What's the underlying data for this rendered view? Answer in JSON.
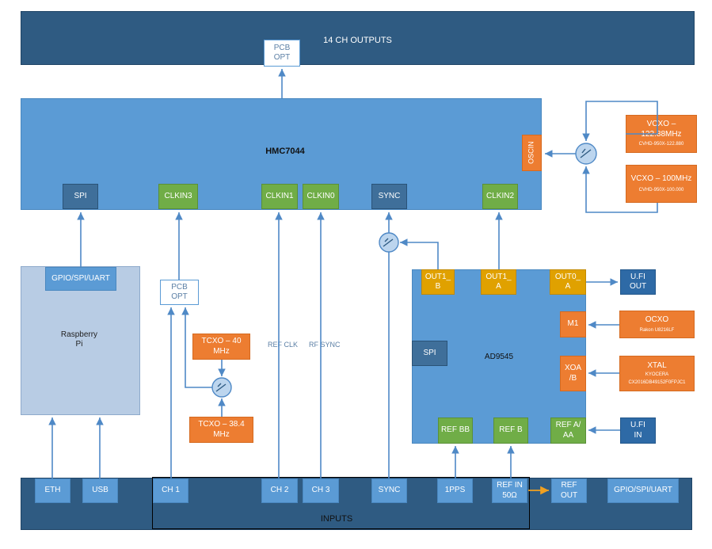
{
  "outputs_bar": "14 CH OUTPUTS",
  "pcb_opt_top": "PCB\nOPT",
  "hmc": {
    "title": "HMC7044",
    "spi": "SPI",
    "clkin3": "CLKIN3",
    "clkin1": "CLKIN1",
    "clkin0": "CLKIN0",
    "sync": "SYNC",
    "clkin2": "CLKIN2",
    "oscin": "OSCIN"
  },
  "vcxo1": {
    "title": "VCXO –\n122.88MHz",
    "part": "CVHD-950X-122.880"
  },
  "vcxo2": {
    "title": "VCXO – 100MHz",
    "part": "CVHD-950X-100.000"
  },
  "rpi": {
    "title": "Raspberry\nPi",
    "gpio": "GPIO/SPI/UART"
  },
  "pcb_opt_mid": "PCB\nOPT",
  "tcxo40": "TCXO – 40\nMHz",
  "tcxo38": "TCXO – 38.4\nMHz",
  "ref_clk": "REF CLK",
  "rf_sync": "RF SYNC",
  "ad": {
    "title": "AD9545",
    "out1b": "OUT1_\nB",
    "out1a": "OUT1_\nA",
    "out0a": "OUT0_\nA",
    "m1": "M1",
    "xoa": "XOA\n/B",
    "spi": "SPI",
    "refbb": "REF BB",
    "refb": "REF B",
    "refa": "REF A/\nAA"
  },
  "ufl_out": "U.FI\nOUT",
  "ufl_in": "U.FI\nIN",
  "ocxo": {
    "title": "OCXO",
    "part": "Rakon U8216LF"
  },
  "xtal": {
    "title": "XTAL",
    "maker": "KYOCERA",
    "part": "CX2016DB49152F0FPJC1"
  },
  "inputs": {
    "label": "INPUTS",
    "eth": "ETH",
    "usb": "USB",
    "ch1": "CH 1",
    "ch2": "CH 2",
    "ch3": "CH 3",
    "sync": "SYNC",
    "pps": "1PPS",
    "refin": "REF IN\n50Ω",
    "refout": "REF\nOUT",
    "gpio": "GPIO/SPI/UART"
  },
  "colors": {
    "dark_blue": "#2f5b82",
    "light_blue": "#5b9bd5",
    "green": "#70ad47",
    "gold": "#e0a100",
    "orange": "#ed7d31",
    "arrow_orange": "#f0a020"
  }
}
